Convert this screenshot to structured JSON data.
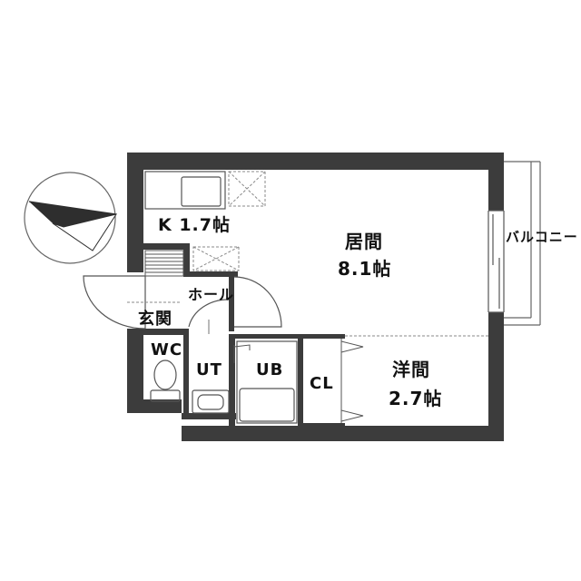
{
  "rooms": {
    "kitchen": "K 1.7帖",
    "living_name": "居間",
    "living_size": "8.1帖",
    "western_name": "洋間",
    "western_size": "2.7帖",
    "hall": "ホール",
    "entrance": "玄関",
    "wc": "WC",
    "ut": "UT",
    "ub": "UB",
    "closet": "CL",
    "balcony": "バルコニー"
  },
  "colors": {
    "wall": "#3c3c3c",
    "line": "#555555",
    "dashed": "#8a8a8a"
  },
  "compass": {
    "icon": "north-arrow-icon"
  }
}
